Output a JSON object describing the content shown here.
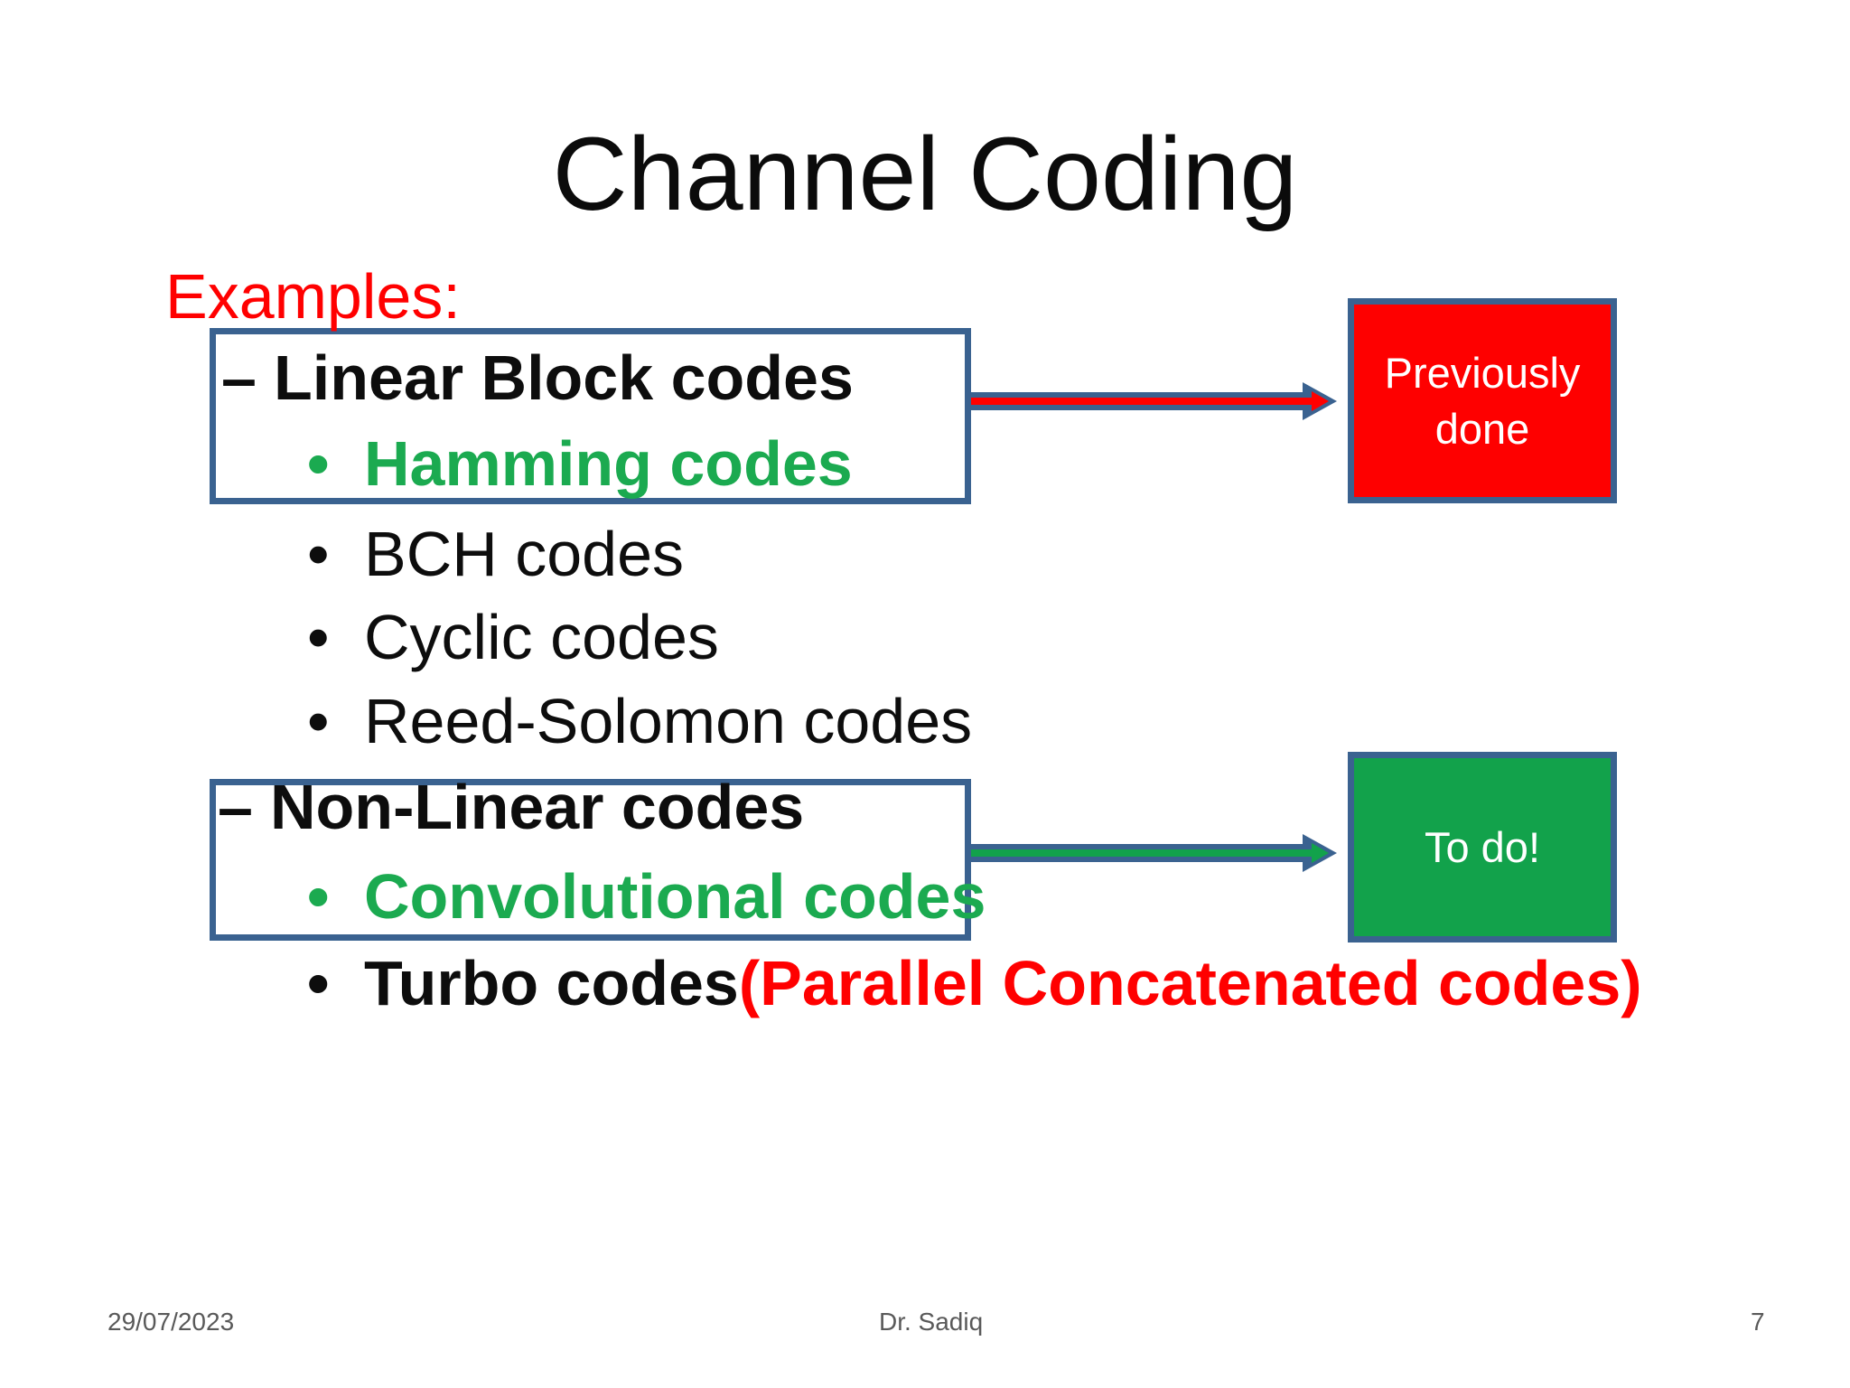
{
  "slide": {
    "title": "Channel Coding",
    "examples_label": "Examples:",
    "dash": "–",
    "bullet": "•",
    "items": {
      "linear": "Linear Block codes",
      "hamming": "Hamming codes",
      "bch": "BCH codes",
      "cyclic": "Cyclic codes",
      "reed": "Reed-Solomon codes",
      "nonlinear": "Non-Linear codes",
      "convolutional": "Convolutional codes",
      "turbo": "Turbo codes",
      "turbo_note": "(Parallel Concatenated codes)"
    },
    "callouts": {
      "done": {
        "lines": [
          "Previously",
          "done"
        ]
      },
      "todo": {
        "label": "To do!"
      }
    },
    "footer": {
      "date": "29/07/2023",
      "author": "Dr. Sadiq",
      "page": "7"
    },
    "colors": {
      "accent_border": "#3a6290",
      "done_fill": "#fe0000",
      "todo_fill": "#12a24b",
      "text_red": "#ff0000",
      "text_green": "#1baa50",
      "footer_gray": "#595959"
    }
  }
}
